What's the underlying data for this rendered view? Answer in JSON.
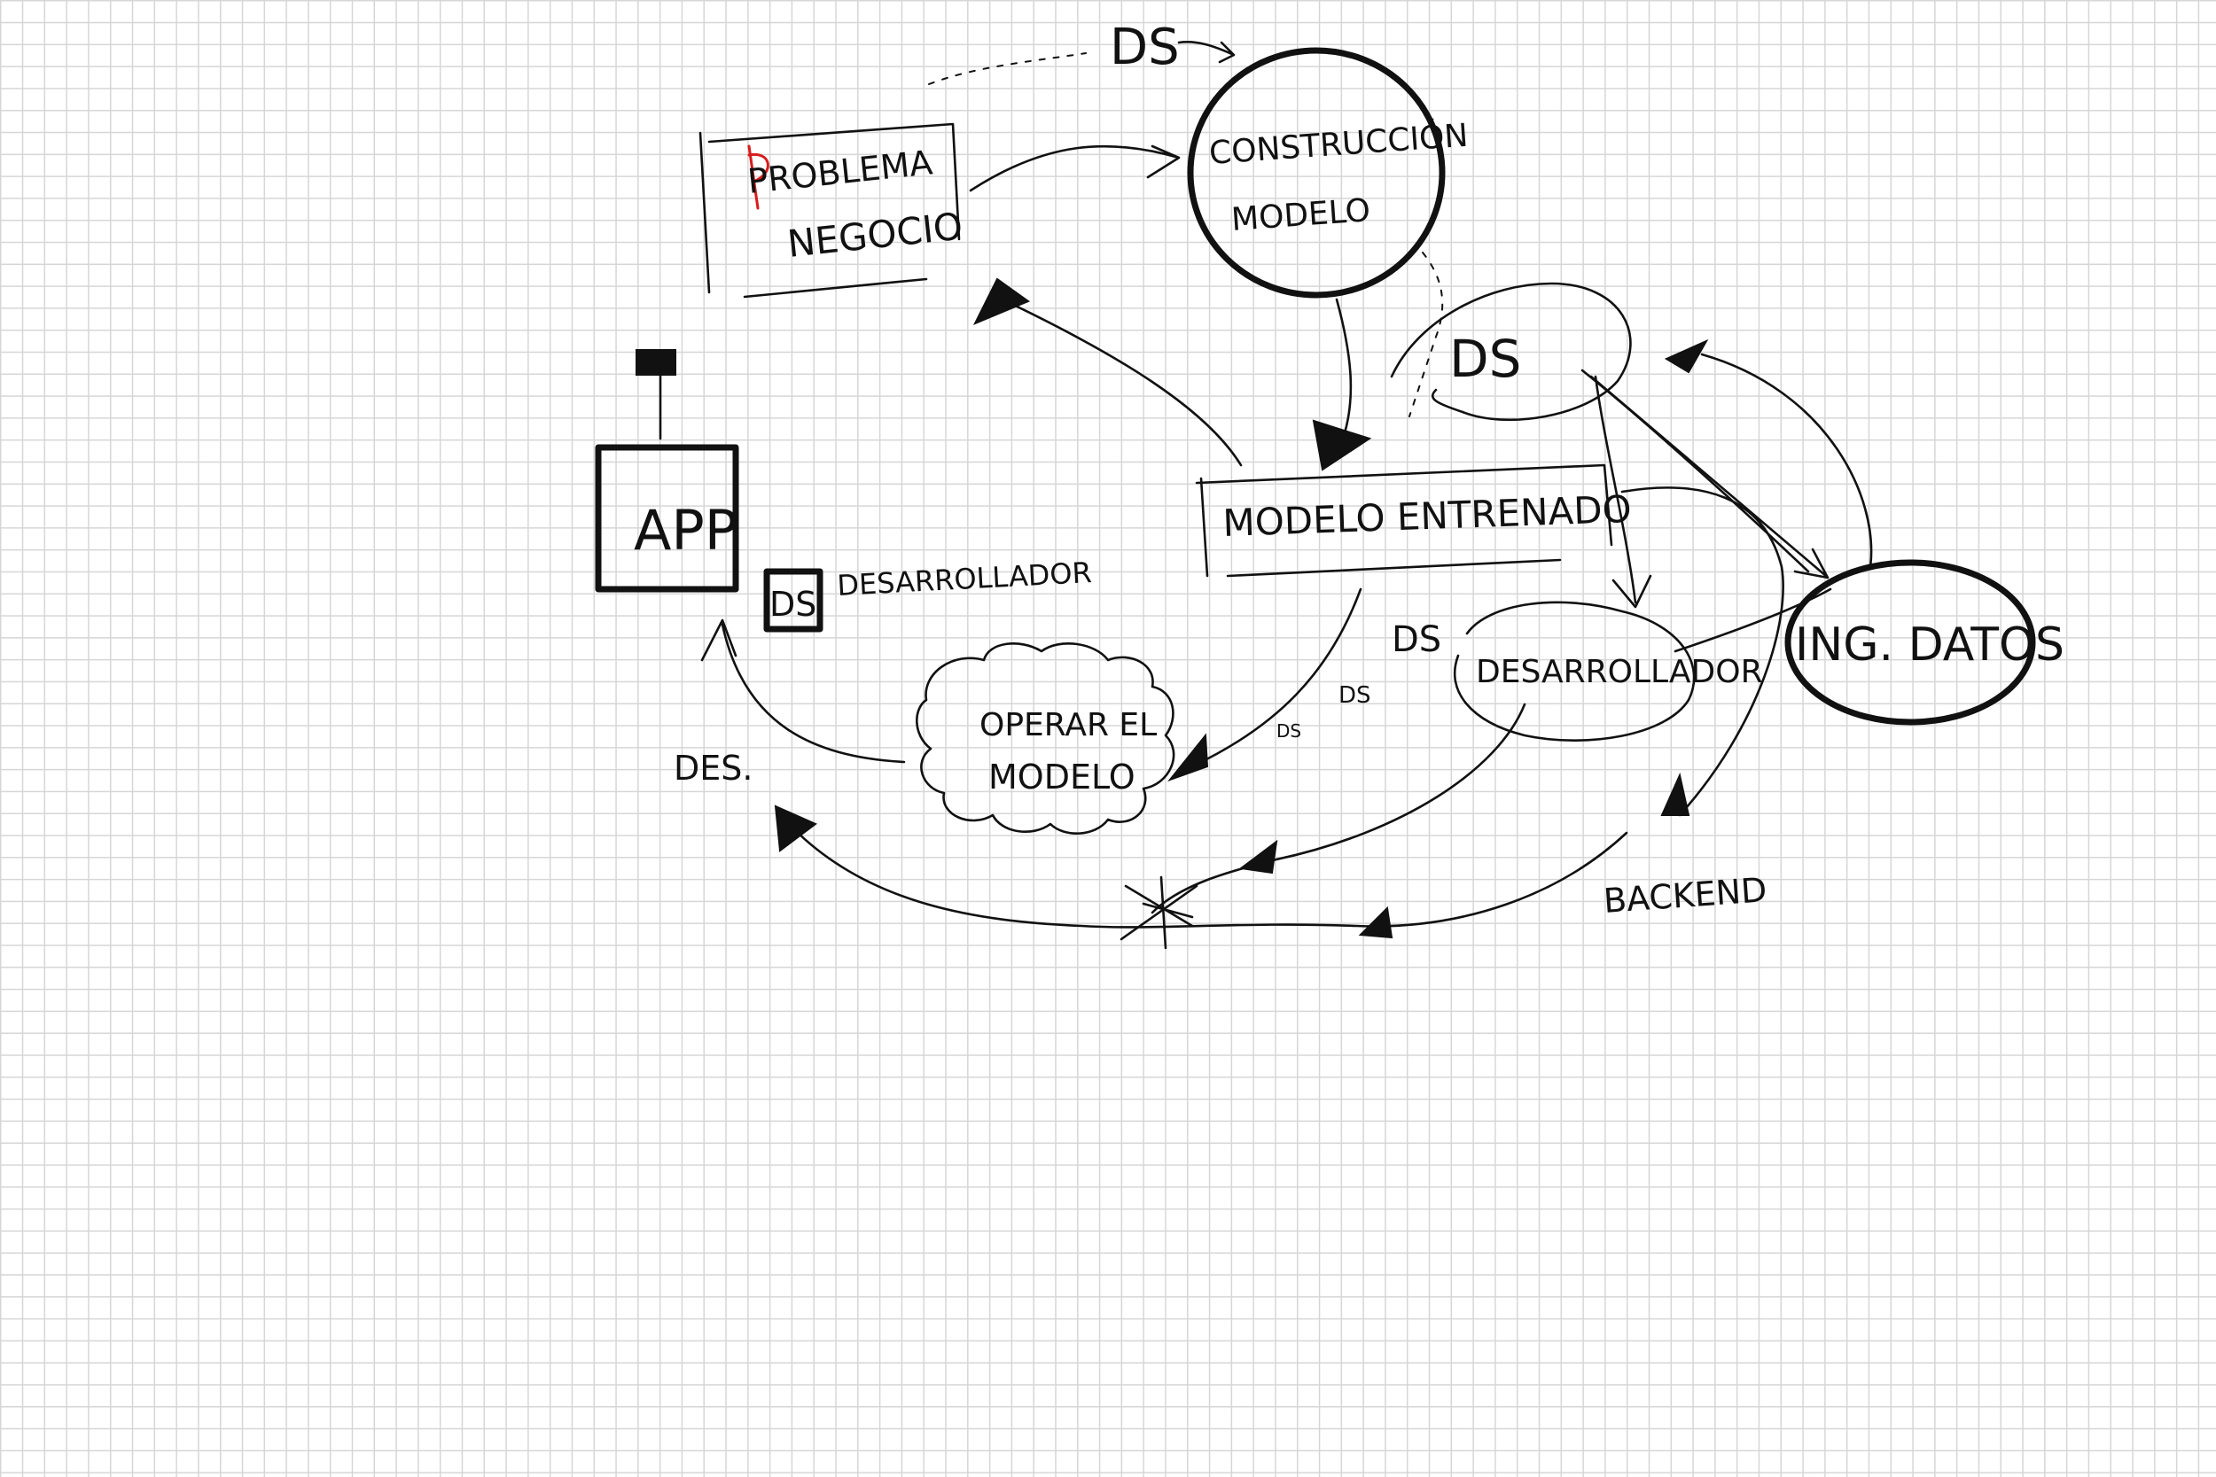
{
  "diagram": {
    "colors": {
      "ink": "#111111",
      "grid": "#d6d6d6",
      "paper": "#ffffff",
      "correction": "#d81c1c"
    },
    "labels": {
      "ds_top": "DS",
      "problema_line1": "PROBLEMA",
      "problema_line2": "NEGOCIO",
      "construccion_line1": "CONSTRUCCIÓN",
      "construccion_line2": "MODELO",
      "ds_ellipse": "DS",
      "app": "APP",
      "ds_box": "DS",
      "desarrollador_app": "DESARROLLADOR",
      "modelo_entrenado": "MODELO ENTRENADO",
      "ing_datos": "ING. DATOS",
      "ds_small_1": "DS",
      "ds_small_2": "DS",
      "ds_small_3": "DS",
      "desarrollador": "DESARROLLADOR",
      "operar_line1": "OPERAR EL",
      "operar_line2": "MODELO",
      "des": "DES.",
      "backend": "BACKEND"
    }
  }
}
